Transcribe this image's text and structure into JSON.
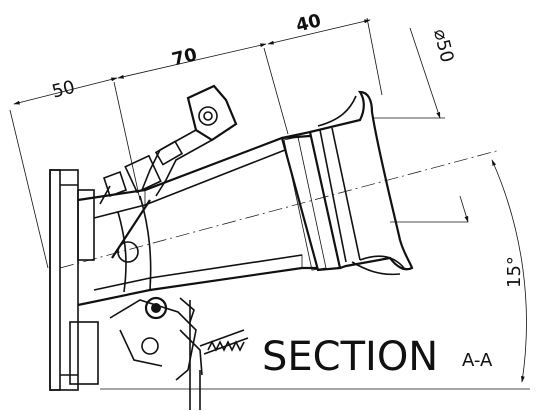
{
  "title": {
    "section": "SECTION",
    "section_id": "A-A"
  },
  "dimensions": {
    "d50": "50",
    "d70": "70",
    "d40": "40",
    "diameter": "⌀50",
    "angle": "15°"
  }
}
